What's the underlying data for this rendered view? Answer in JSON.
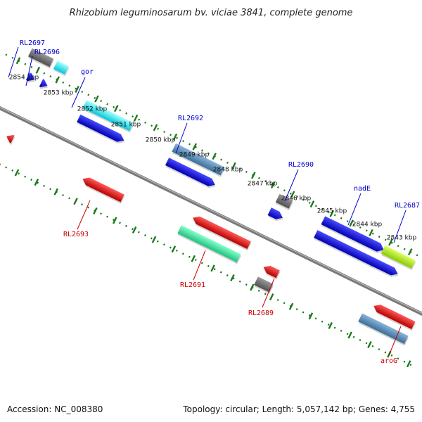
{
  "title": "Rhizobium leguminosarum bv. viciae 3841, complete genome",
  "footer": {
    "accession": "Accession: NC_008380",
    "topology": "Topology: circular; Length: 5,057,142 bp; Genes: 4,755"
  },
  "colors": {
    "forward_label": "#0000cc",
    "reverse_label": "#cc0000",
    "tick": "#1a7a1a",
    "backbone": "#7a7a7a"
  },
  "kbp_ticks": [
    "2854 kbp",
    "2853 kbp",
    "2852 kbp",
    "2851 kbp",
    "2850 kbp",
    "2849 kbp",
    "2848 kbp",
    "2847 kbp",
    "2846 kbp",
    "2845 kbp",
    "2844 kbp",
    "2843 kbp"
  ],
  "forward_labels": [
    "RL2697",
    "RL2696",
    "gor",
    "RL2692",
    "RL2690",
    "nadE",
    "RL2687"
  ],
  "reverse_labels": [
    "RL2693",
    "RL2691",
    "RL2689",
    "aroG"
  ]
}
